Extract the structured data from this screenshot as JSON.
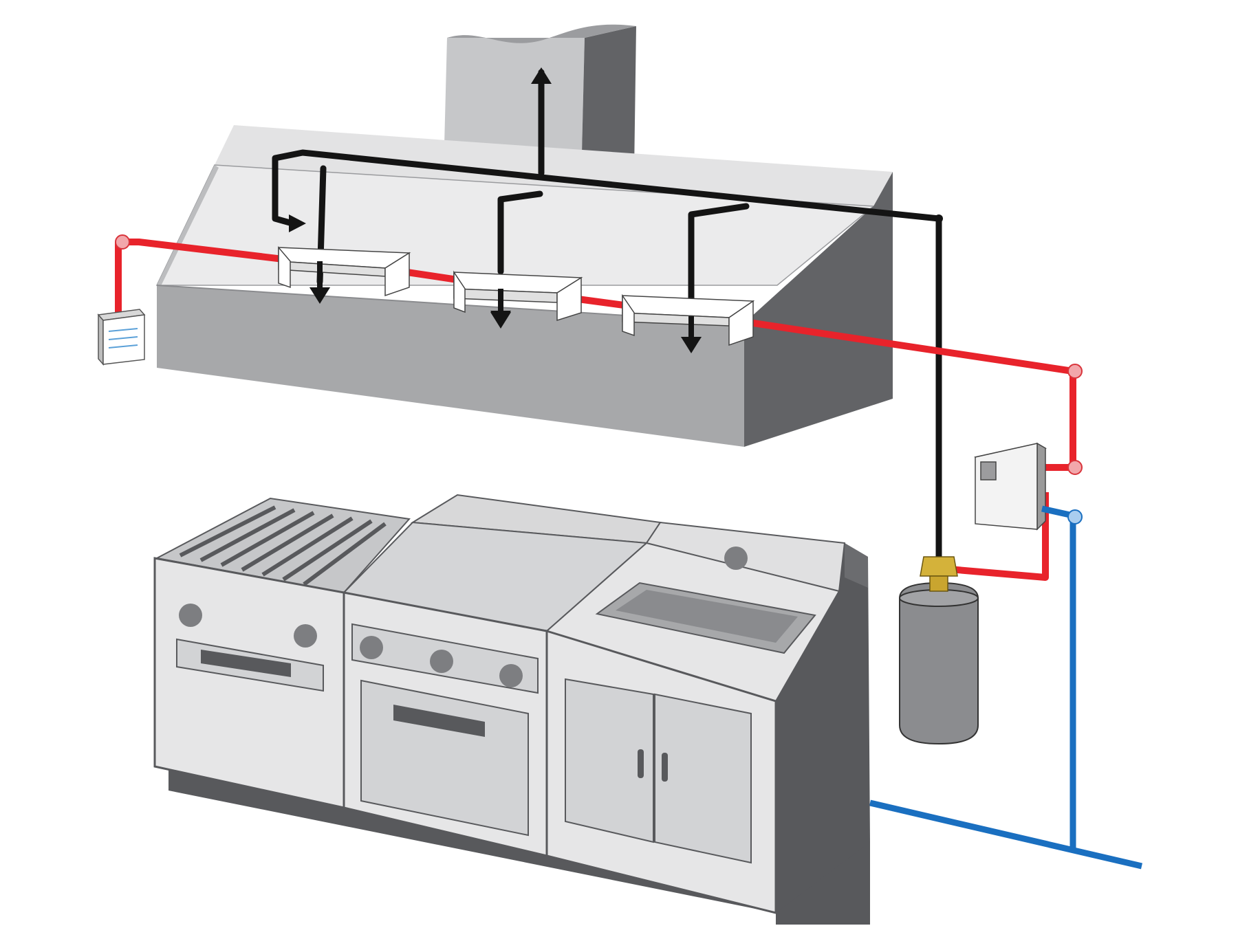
{
  "diagram": {
    "subject": "kitchen-hood-fire-suppression-system",
    "colors": {
      "background": "#ffffff",
      "hood_light": "#e3e3e4",
      "hood_mid": "#a7a8aa",
      "hood_dark": "#626366",
      "appliance_light": "#e6e6e7",
      "appliance_mid": "#c6c7c9",
      "appliance_dark": "#58595c",
      "knob": "#7d7e81",
      "detection_line": "#e8232b",
      "agent_distribution_line": "#141414",
      "gas_supply_line": "#1a6fc0",
      "valve_brass": "#d4b23a",
      "fitting_pink": "#f2a7ab",
      "fitting_blue": "#a9cdef"
    },
    "components": [
      {
        "id": "exhaust-duct",
        "icon": "exhaust-duct-icon"
      },
      {
        "id": "exhaust-hood",
        "icon": "hood-icon"
      },
      {
        "id": "fusible-link-detector",
        "count": 3,
        "icon": "detector-bracket-icon"
      },
      {
        "id": "discharge-nozzle",
        "count": 4,
        "icon": "nozzle-arrow-icon"
      },
      {
        "id": "manual-pull-station",
        "icon": "pull-station-icon"
      },
      {
        "id": "control-panel",
        "icon": "control-panel-icon"
      },
      {
        "id": "agent-tank",
        "icon": "cylinder-icon"
      },
      {
        "id": "gas-shutoff-valve",
        "icon": "valve-icon"
      },
      {
        "id": "char-broiler",
        "icon": "grill-icon"
      },
      {
        "id": "griddle-oven",
        "icon": "griddle-icon"
      },
      {
        "id": "fryer-cabinet",
        "icon": "fryer-icon"
      }
    ]
  }
}
